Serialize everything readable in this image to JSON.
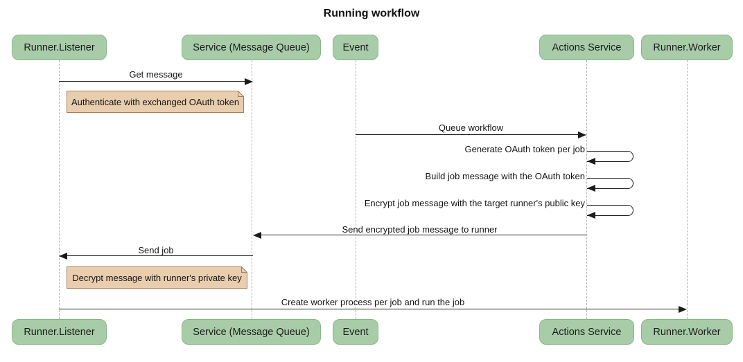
{
  "title": "Running workflow",
  "participants": [
    {
      "label": "Runner.Listener"
    },
    {
      "label": "Service (Message Queue)"
    },
    {
      "label": "Event"
    },
    {
      "label": "Actions Service"
    },
    {
      "label": "Runner.Worker"
    }
  ],
  "messages": [
    {
      "text": "Get message",
      "from": "Runner.Listener",
      "to": "Service (Message Queue)"
    },
    {
      "text": "Queue workflow",
      "from": "Event",
      "to": "Actions Service"
    },
    {
      "text": "Generate OAuth token per job",
      "from": "Actions Service",
      "to": "Actions Service"
    },
    {
      "text": "Build job message with the OAuth token",
      "from": "Actions Service",
      "to": "Actions Service"
    },
    {
      "text": "Encrypt job message with the target runner's public key",
      "from": "Actions Service",
      "to": "Actions Service"
    },
    {
      "text": "Send encrypted job message to runner",
      "from": "Actions Service",
      "to": "Service (Message Queue)"
    },
    {
      "text": "Send job",
      "from": "Service (Message Queue)",
      "to": "Runner.Listener"
    },
    {
      "text": "Create worker process per job and run the job",
      "from": "Runner.Listener",
      "to": "Runner.Worker"
    }
  ],
  "notes": [
    {
      "text": "Authenticate with exchanged OAuth token"
    },
    {
      "text": "Decrypt message with runner's private key"
    }
  ],
  "colors": {
    "participant_fill": "#A8CCA8",
    "participant_border": "#88B588",
    "note_fill": "#E8CDAF",
    "note_border": "#AA7D50",
    "lifeline": "#B3B3B3",
    "arrow": "#1B1B1B",
    "background": "#FFFFFF"
  }
}
